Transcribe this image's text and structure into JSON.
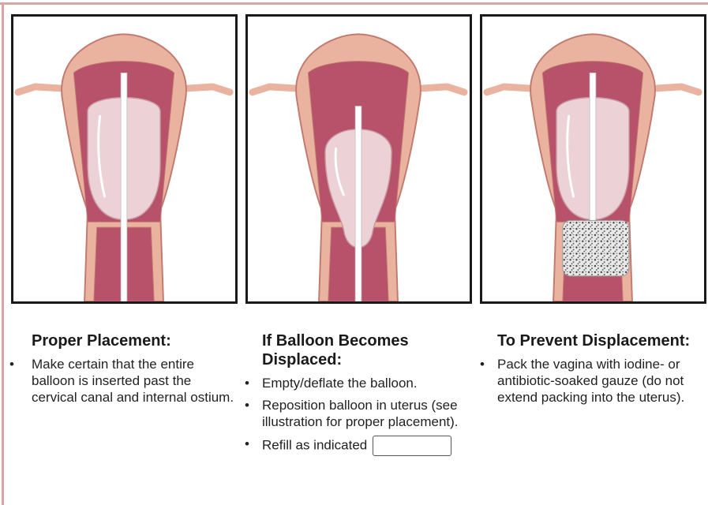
{
  "colors": {
    "tissue": "#eab3a0",
    "tissue_outline": "#c27a6e",
    "cavity": "#b8516a",
    "balloon": "#ecd2d6",
    "catheter": "#ffffff",
    "gauze": "#e6e6e6",
    "frame": "#d9a4a4"
  },
  "panels": [
    {
      "id": "proper-placement",
      "state": "balloon-fully-inserted"
    },
    {
      "id": "displaced",
      "state": "balloon-displaced-into-cervix"
    },
    {
      "id": "prevent-displacement",
      "state": "vaginal-gauze-packing"
    }
  ],
  "columns": [
    {
      "heading": "Proper Placement:",
      "items": [
        {
          "bullet": "•",
          "text": "Make certain that the entire balloon is inserted past the cervical canal and internal ostium."
        }
      ]
    },
    {
      "heading": "If Balloon Becomes Displaced:",
      "items": [
        {
          "bullet": "•",
          "text": "Empty/deflate the balloon."
        },
        {
          "bullet": "•",
          "text": "Reposition balloon in uterus (see illustration for proper placement)."
        },
        {
          "bullet": "•",
          "text": "Refill as indicated"
        }
      ]
    },
    {
      "heading": "To Prevent Displacement:",
      "items": [
        {
          "bullet": "•",
          "text": "Pack the vagina with iodine- or antibiotic-soaked gauze (do not extend packing into the uterus)."
        }
      ]
    }
  ]
}
